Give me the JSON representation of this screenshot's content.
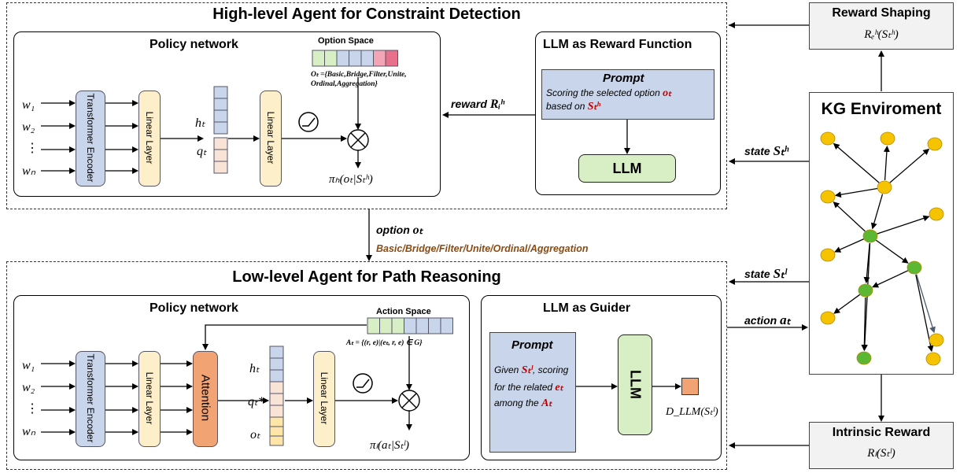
{
  "high": {
    "title": "High-level Agent for Constraint Detection",
    "policy_title": "Policy network",
    "inputs": [
      "w₁",
      "w₂",
      "⋮",
      "wₙ"
    ],
    "encoder": "Transformer Encoder",
    "linear1": "Linear Layer",
    "linear2": "Linear Layer",
    "h": "hₜ",
    "q": "qₜ",
    "option_space_title": "Option Space",
    "option_set": "Oₜ ={Basic,Bridge,Filter,Unite, Ordinal,Aggregation}",
    "option_colors": [
      "#d8efc5",
      "#d8efc5",
      "#c9d5ea",
      "#c9d5ea",
      "#c9d5ea",
      "#f4a5b5",
      "#e8708a"
    ],
    "policy_out": "πₕ(oₜ|Sₜʰ)",
    "llm_title": "LLM as  Reward Function",
    "prompt_label": "Prompt",
    "prompt_text_1": "Scoring the selected option",
    "prompt_sym_1": "oₜ",
    "prompt_text_2": "based on",
    "prompt_sym_2": "Sₜʰ",
    "llm": "LLM",
    "reward_label": "reward",
    "reward_sym": "Rᵢʰ"
  },
  "mid": {
    "option_label": "option",
    "option_sym": "oₜ",
    "option_values": "Basic/Bridge/Filter/Unite/Ordinal/Aggregation"
  },
  "low": {
    "title": "Low-level Agent for Path Reasoning",
    "policy_title": "Policy network",
    "inputs": [
      "w₁",
      "w₂",
      "⋮",
      "wₙ"
    ],
    "encoder": "Transformer Encoder",
    "linear1": "Linear Layer",
    "attention": "Attention",
    "linear2": "Linear Layer",
    "h": "hₜ",
    "q": "qₜ*",
    "o": "oₜ",
    "action_space_title": "Action Space",
    "action_set": "Aₜ = {(r, e)|(eₜ, r, e) ∈ G}",
    "policy_out": "πₗ(aₜ|Sₜˡ)",
    "llm_title": "LLM as  Guider",
    "prompt_label": "Prompt",
    "prompt_text_1": "Given",
    "prompt_sym_1": "Sₜˡ",
    "prompt_text_2": ", scoring",
    "prompt_text_3": "for the related",
    "prompt_sym_2": "eₜ",
    "prompt_text_4": "among the",
    "prompt_sym_3": "Aₜ",
    "llm": "LLM",
    "d_out": "D_LLM(Sₜˡ)"
  },
  "right": {
    "reward_shaping_title": "Reward Shaping",
    "reward_shaping_formula": "Rₑʰ(Sₜʰ)",
    "kg_title": "KG Enviroment",
    "intrinsic_title": "Intrinsic Reward",
    "intrinsic_formula": "Rₗ(Sₜˡ)",
    "state_h_label": "state",
    "state_h_sym": "Sₜʰ",
    "state_l_label": "state",
    "state_l_sym": "Sₜˡ",
    "action_label": "action",
    "action_sym": "aₜ"
  },
  "colors": {
    "encoder": "#c9d5ea",
    "linear": "#fdefc9",
    "attention": "#f2a374",
    "prompt_bg": "#c9d5ea",
    "llm_bg": "#d8efc5",
    "kg_node_yellow": "#f5c300",
    "kg_node_green": "#5cb833",
    "option_text": "#8a4b13",
    "symbol_red": "#c00000"
  }
}
